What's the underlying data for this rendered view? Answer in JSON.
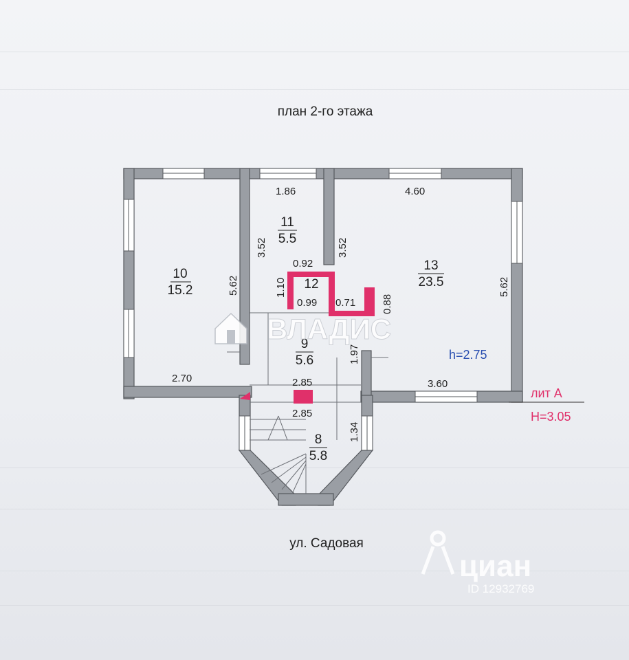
{
  "title": "план 2-го этажа",
  "street": "ул. Садовая",
  "height_room": "h=2.75",
  "lit_label": "лит А",
  "height_building": "H=3.05",
  "rooms": [
    {
      "num": "10",
      "area": "15.2"
    },
    {
      "num": "11",
      "area": "5.5"
    },
    {
      "num": "12",
      "area": ""
    },
    {
      "num": "13",
      "area": "23.5"
    },
    {
      "num": "9",
      "area": "5.6"
    },
    {
      "num": "8",
      "area": "5.8"
    }
  ],
  "dims": {
    "d186": "1.86",
    "d460": "4.60",
    "d352a": "3.52",
    "d352b": "3.52",
    "d562a": "5.62",
    "d562b": "5.62",
    "d092": "0.92",
    "d110": "1.10",
    "d099": "0.99",
    "d071": "0.71",
    "d088": "0.88",
    "d197": "1.97",
    "d270": "2.70",
    "d285a": "2.85",
    "d285b": "2.85",
    "d360": "3.60",
    "d134": "1.34"
  },
  "watermark_vladis": "ВЛАДИС",
  "watermark_cian": "циан",
  "watermark_id": "ID 12932769",
  "colors": {
    "wall": "#9a9ea4",
    "accent": "#e0306a",
    "blue": "#2a4fb0"
  }
}
